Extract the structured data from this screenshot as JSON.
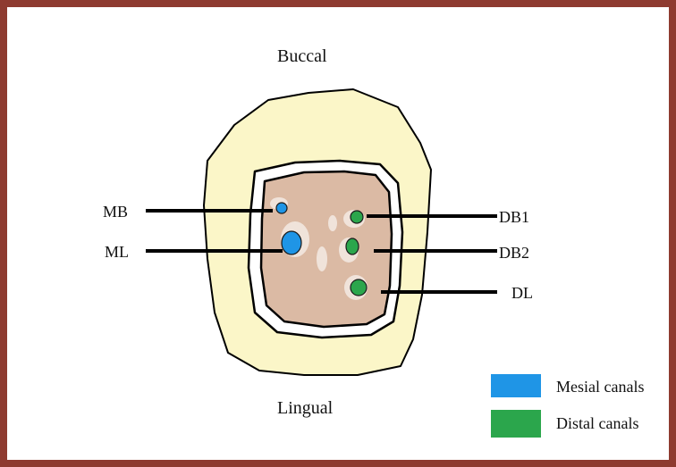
{
  "orientation": {
    "top_label": "Buccal",
    "bottom_label": "Lingual"
  },
  "canals": [
    {
      "label": "MB"
    },
    {
      "label": "ML"
    },
    {
      "label": "DB1"
    },
    {
      "label": "DB2"
    },
    {
      "label": "DL"
    }
  ],
  "legend": {
    "items": [
      {
        "label": "Mesial canals",
        "color": "#1f95e6"
      },
      {
        "label": "Distal canals",
        "color": "#2ba64c"
      }
    ]
  },
  "colors": {
    "frame": "#8e3b30",
    "enamel": "#fbf6c8",
    "ring": "#ffffff",
    "pulp": "#dbbaa4"
  }
}
